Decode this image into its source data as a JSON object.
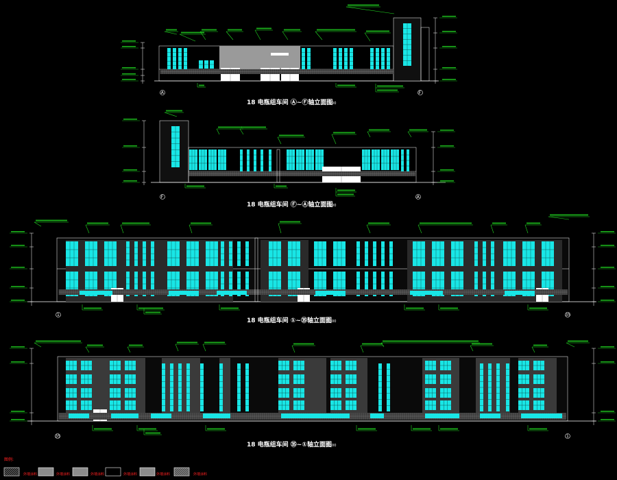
{
  "drawing": {
    "background": "#000000",
    "colors": {
      "window": "#19e6e6",
      "panel": "#9a9a9a",
      "leader": "#22dd22",
      "outline": "#ffffff",
      "annotation": "#ff2020",
      "base": "#7a7a7a"
    },
    "elevations": [
      {
        "title": "18 电瓶组车间 Ⓐ~Ⓕ轴立面图",
        "scale": "1:100",
        "axis_left": "A",
        "axis_right": "F"
      },
      {
        "title": "18 电瓶组车间 Ⓕ~Ⓐ轴立面图",
        "scale": "1:100",
        "axis_left": "F",
        "axis_right": "A"
      },
      {
        "title": "18 电瓶组车间 ①~㉟轴立面图",
        "scale": "1:100",
        "axis_left": "1",
        "axis_right": "35"
      },
      {
        "title": "18 电瓶组车间 ㉟~①轴立面图",
        "scale": "1:100",
        "axis_left": "35",
        "axis_right": "1"
      }
    ],
    "legend": {
      "heading": "图例:",
      "items": [
        {
          "label": "外墙涂料",
          "swatch": "hatch"
        },
        {
          "label": "外墙涂料",
          "swatch": "gray"
        },
        {
          "label": "外墙涂料",
          "swatch": "gray"
        },
        {
          "label": "外墙涂料",
          "swatch": "black"
        },
        {
          "label": "外墙涂料",
          "swatch": "gray"
        },
        {
          "label": "外墙涂料",
          "swatch": "diag"
        }
      ]
    }
  }
}
